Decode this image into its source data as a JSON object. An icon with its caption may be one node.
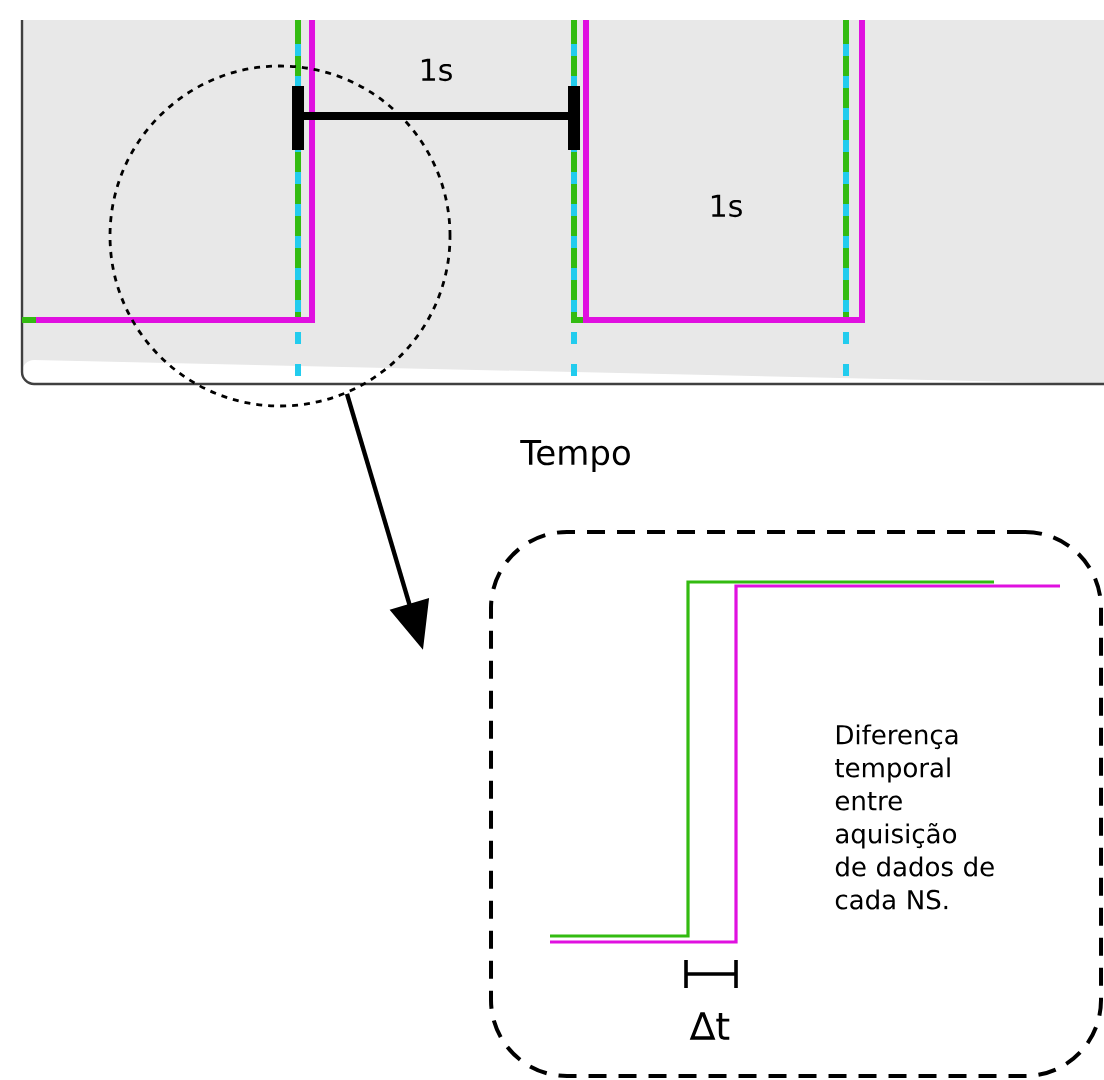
{
  "diagram": {
    "nodes": [
      {
        "text": [],
        "shape": "circle"
      },
      {
        "text": [
          "Diferença temporal entre aquisição de dados de cada NS.",
          "∆t"
        ]
      }
    ],
    "edges": [
      {
        "from": 0,
        "to": 1,
        "arrow": "to"
      }
    ],
    "labels": [
      "1s",
      "1s",
      "Tempo"
    ]
  }
}
